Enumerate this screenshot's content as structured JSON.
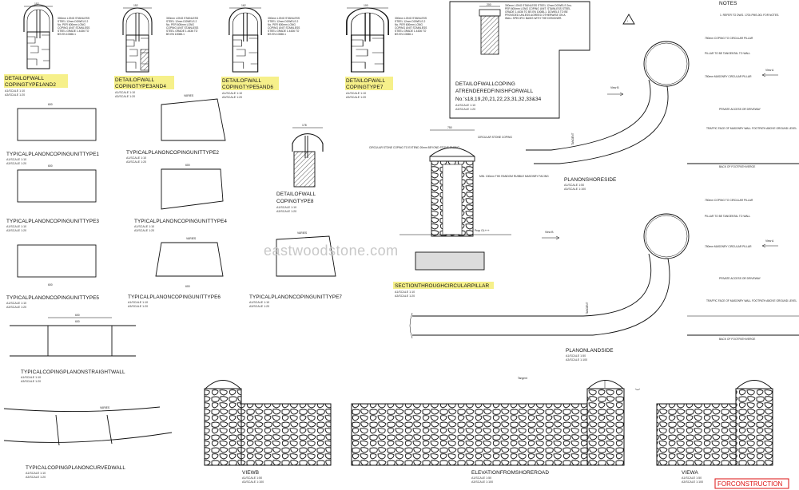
{
  "title": "NOTES",
  "notes_text": "1. REFER TO DWG. 1700-PMS-001 FOR NOTES.",
  "watermark": "eastwoodstone.com",
  "stamp": "FORCONSTRUCTION",
  "copings": [
    {
      "label1": "DETAILOFWALL",
      "label2": "COPINGTYPE1AND2",
      "ref1": "A1/SCALE 1:10",
      "ref2": "A3/SCALE 1:20",
      "note": "300mm LONG STAINLESS STEEL 12mm DOWELS 2no. PER 600mm LONG COPING UNIT. STAINLESS STEEL GRADE 1.4436 TO BS EN 10088-1",
      "dim": "152"
    },
    {
      "label1": "DETAILOFWALL",
      "label2": "COPINGTYPE3AND4",
      "ref1": "A1/SCALE 1:10",
      "ref2": "A3/SCALE 1:20",
      "note": "300mm LONG STAINLESS STEEL 12mm DOWELS 2no. PER 600mm LONG COPING UNIT. STAINLESS STEEL GRADE 1.4436 TO BS EN 10088-1",
      "dim": "152"
    },
    {
      "label1": "DETAILOFWALL",
      "label2": "COPINGTYPE5AND6",
      "ref1": "A1/SCALE 1:10",
      "ref2": "A3/SCALE 1:20",
      "note": "300mm LONG STAINLESS STEEL 12mm DOWELS 2no. PER 600mm LONG COPING UNIT. STAINLESS STEEL GRADE 1.4436 TO BS EN 10088-1",
      "dim": "162"
    },
    {
      "label1": "DETAILOFWALL",
      "label2": "COPINGTYPE7",
      "ref1": "A1/SCALE 1:10",
      "ref2": "A3/SCALE 1:20",
      "note": "300mm LONG STAINLESS STEEL 12mm DOWELS 2no. PER 600mm LONG COPING UNIT. STAINLESS STEEL GRADE 1.4436 TO BS EN 10088-1",
      "dim": "100"
    }
  ],
  "render_detail": {
    "label1": "DETAILOFWALLCOPING",
    "label2": "ATRENDEREDFINISHFORWALL",
    "label3": "No.'s18,19,20,21,22,23,31,32,33&34",
    "ref1": "A1/SCALE 1:10",
    "ref2": "A3/SCALE 1:20",
    "note": "300mm LONG STAINLESS STEEL 12mm DOWELS 2no. PER 600mm LONG COPING UNIT. STAINLESS STEEL GRADE 1.4436 TO BS EN 10088-1. DOWELS TO BE PROVIDED UNLESS AGREED OTHERWISE ON A WALL SPECIFIC BASIS WITH THE DESIGNER.",
    "dim": "200"
  },
  "coping8": {
    "label1": "DETAILOFWALL",
    "label2": "COPINGTYPE8",
    "ref1": "A1/SCALE 1:10",
    "ref2": "A3/SCALE 1:20",
    "dim": "178"
  },
  "plans": [
    {
      "label": "TYPICALPLANONCOPINGUNITTYPE1",
      "ref1": "A1/SCALE 1:10",
      "ref2": "A3/SCALE 1:20",
      "dim": "600"
    },
    {
      "label": "TYPICALPLANONCOPINGUNITTYPE2",
      "ref1": "A1/SCALE 1:10",
      "ref2": "A3/SCALE 1:20",
      "dim": "VARIES"
    },
    {
      "label": "TYPICALPLANONCOPINGUNITTYPE3",
      "ref1": "A1/SCALE 1:10",
      "ref2": "A3/SCALE 1:20",
      "dim": "600"
    },
    {
      "label": "TYPICALPLANONCOPINGUNITTYPE4",
      "ref1": "A1/SCALE 1:10",
      "ref2": "A3/SCALE 1:20",
      "dim": "600"
    },
    {
      "label": "TYPICALPLANONCOPINGUNITTYPE5",
      "ref1": "A1/SCALE 1:10",
      "ref2": "A3/SCALE 1:20",
      "dim": "600"
    },
    {
      "label": "TYPICALPLANONCOPINGUNITTYPE6",
      "ref1": "A1/SCALE 1:10",
      "ref2": "A3/SCALE 1:20",
      "dim": "VARIES"
    },
    {
      "label": "TYPICALPLANONCOPINGUNITTYPE7",
      "ref1": "A1/SCALE 1:10",
      "ref2": "A3/SCALE 1:20",
      "dim": "VARIES"
    }
  ],
  "straight": {
    "label": "TYPICALCOPINGPLANONSTRAIGHTWALL",
    "ref1": "A1/SCALE 1:10",
    "ref2": "A3/SCALE 1:20",
    "dim1": "600",
    "dim2": "600"
  },
  "curved": {
    "label": "TYPICALCOPINGPLANONCURVEDWALL",
    "ref1": "A1/SCALE 1:10",
    "ref2": "A3/SCALE 1:20",
    "dim": "VARIES"
  },
  "pillar": {
    "label": "SECTIONTHROUGHCIRCULARPILLAR",
    "ref1": "A1/SCALE 1:10",
    "ref2": "A3/SCALE 1:20",
    "note1": "CIRCULAR STONE COPING",
    "note2": "CIRCULAR STONE COPING TO EXTEND 20mm BEYOND STONE FACING",
    "note3": "MIN. 100mm THK RANDOM RUBBLE MASONRY FACING",
    "ground": "Prop GL+++",
    "dim": "750"
  },
  "shoreside": {
    "label": "PLANONSHORESIDE",
    "ref1": "A1/SCALE 1:50",
    "ref2": "A3/SCALE 1:100",
    "view_b": "View B",
    "view_a": "View A",
    "note1": "750mm COPING TO CIRCULAR PILLAR",
    "note2": "PILLAR TO BE TANGENTAL TO WALL",
    "note3": "750mm MASONRY CIRCULAR PILLAR",
    "note4": "PRIVATE ACCESS OR DRIVEWAY",
    "note5": "TRAFFIC FACE OF MASONRY WALL FOOTPATH ABOVE GROUND LEVEL",
    "note6": "BACK OF FOOTPATH/VERGE",
    "tangent": "TANGENT"
  },
  "landside": {
    "label": "PLANONLANDSIDE",
    "ref1": "A1/SCALE 1:50",
    "ref2": "A3/SCALE 1:100",
    "view_b": "View B",
    "view_a": "View A",
    "note1": "750mm COPING TO CIRCULAR PILLAR",
    "note2": "PILLAR TO BE TANGENTAL TO WALL",
    "note3": "750mm MASONRY CIRCULAR PILLAR",
    "note4": "PRIVATE ACCESS OR DRIVEWAY",
    "note5": "TRAFFIC FACE OF MASONRY WALL FOOTPATH ABOVE GROUND LEVEL",
    "note6": "BACK OF FOOTPATH/VERGE",
    "tangent": "TANGENT"
  },
  "viewb": {
    "label": "VIEWB",
    "ref1": "A1/SCALE 1:50",
    "ref2": "A3/SCALE 1:100"
  },
  "elevation": {
    "label": "ELEVATIONFROMSHOREROAD",
    "ref1": "A1/SCALE 1:50",
    "ref2": "A3/SCALE 1:100",
    "tangent": "Tangent"
  },
  "viewa": {
    "label": "VIEWA",
    "ref1": "A1/SCALE 1:50",
    "ref2": "A3/SCALE 1:100"
  }
}
